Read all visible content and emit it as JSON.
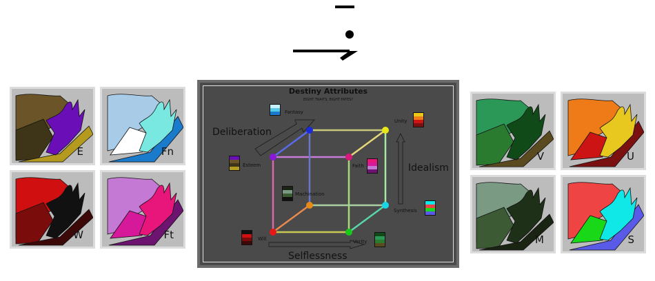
{
  "header_glyph": {
    "name": "division-like-symbol"
  },
  "tiles": [
    {
      "id": "E",
      "label": "E",
      "colors": [
        "#6a5428",
        "#3e3418",
        "#b49a1e",
        "#6a0fb8"
      ]
    },
    {
      "id": "Fn",
      "label": "Fn",
      "colors": [
        "#a8cce8",
        "#ffffff",
        "#1a7acb",
        "#78e8e0"
      ]
    },
    {
      "id": "W",
      "label": "W",
      "colors": [
        "#d01010",
        "#7a0c0c",
        "#3c0808",
        "#111111"
      ]
    },
    {
      "id": "Ft",
      "label": "Ft",
      "colors": [
        "#c47ad4",
        "#d6189a",
        "#6c1470",
        "#e8157a"
      ]
    },
    {
      "id": "V",
      "label": "V",
      "colors": [
        "#2c9858",
        "#2a7a30",
        "#5a4a20",
        "#0f4a18"
      ]
    },
    {
      "id": "U",
      "label": "U",
      "colors": [
        "#ee7a18",
        "#cc1414",
        "#7a1010",
        "#e8c81e"
      ]
    },
    {
      "id": "M",
      "label": "M",
      "colors": [
        "#7a9a84",
        "#3c5a34",
        "#1a2412",
        "#1e3018"
      ]
    },
    {
      "id": "S",
      "label": "S",
      "colors": [
        "#ee4444",
        "#18d818",
        "#5a5ae8",
        "#10e8e8"
      ]
    }
  ],
  "panel": {
    "title": "Destiny Attributes",
    "subtitle": "EIGHT TRAITS, EIGHT FATES?",
    "axes": {
      "deliberation": "Deliberation",
      "idealism": "Idealism",
      "selflessness": "Selflessness"
    },
    "nodes": [
      {
        "id": "fantasy",
        "label": "Fantasy",
        "color": "#1a2ad8"
      },
      {
        "id": "unity",
        "label": "Unity",
        "color": "#e8e818"
      },
      {
        "id": "esteem",
        "label": "Esteem",
        "color": "#8a18d8"
      },
      {
        "id": "faith",
        "label": "Faith",
        "color": "#d8187a"
      },
      {
        "id": "machination",
        "label": "Machination",
        "color": "#e88a18"
      },
      {
        "id": "synthesis",
        "label": "Synthesis",
        "color": "#18d8e8"
      },
      {
        "id": "will",
        "label": "Will",
        "color": "#e81818"
      },
      {
        "id": "verity",
        "label": "Verity",
        "color": "#18c818"
      }
    ],
    "swatches": {
      "fantasy": [
        "#c8f0f8",
        "#58c8e8",
        "#1a7acb"
      ],
      "unity": [
        "#e8c818",
        "#ee7a18",
        "#cc1414",
        "#7a1010"
      ],
      "esteem": [
        "#6a0fb8",
        "#6a5428",
        "#3e3418",
        "#b49a1e"
      ],
      "faith": [
        "#e8157a",
        "#d6189a",
        "#c47ad4",
        "#6c1470"
      ],
      "machination": [
        "#1a2412",
        "#7a9a84",
        "#3c5a34",
        "#111111"
      ],
      "synthesis": [
        "#10e8e8",
        "#ee4444",
        "#18d818",
        "#5a5ae8"
      ],
      "will": [
        "#111111",
        "#d01010",
        "#7a0c0c",
        "#3c0808"
      ],
      "verity": [
        "#0f4a18",
        "#2c9858",
        "#2a7a30",
        "#5a4a20"
      ]
    }
  }
}
